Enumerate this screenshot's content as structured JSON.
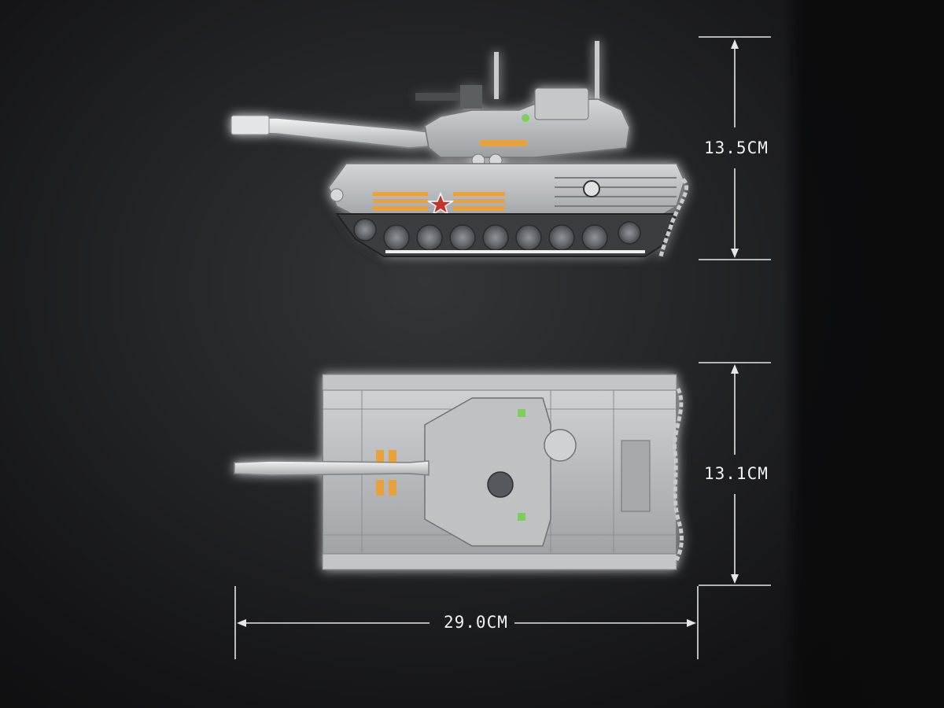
{
  "image": {
    "subject": "brick-built main battle tank model",
    "views": [
      "side-view",
      "top-view"
    ]
  },
  "dimensions": {
    "side_height": "13.5CM",
    "top_width": "13.1CM",
    "length": "29.0CM"
  },
  "colors": {
    "background": "#1e1f22",
    "model_grey": "#b7b9bb",
    "model_dark_grey": "#6e7174",
    "accent_orange": "#e8a13a",
    "star_red": "#c8322c",
    "dimension_lines": "#e6e6e6"
  }
}
